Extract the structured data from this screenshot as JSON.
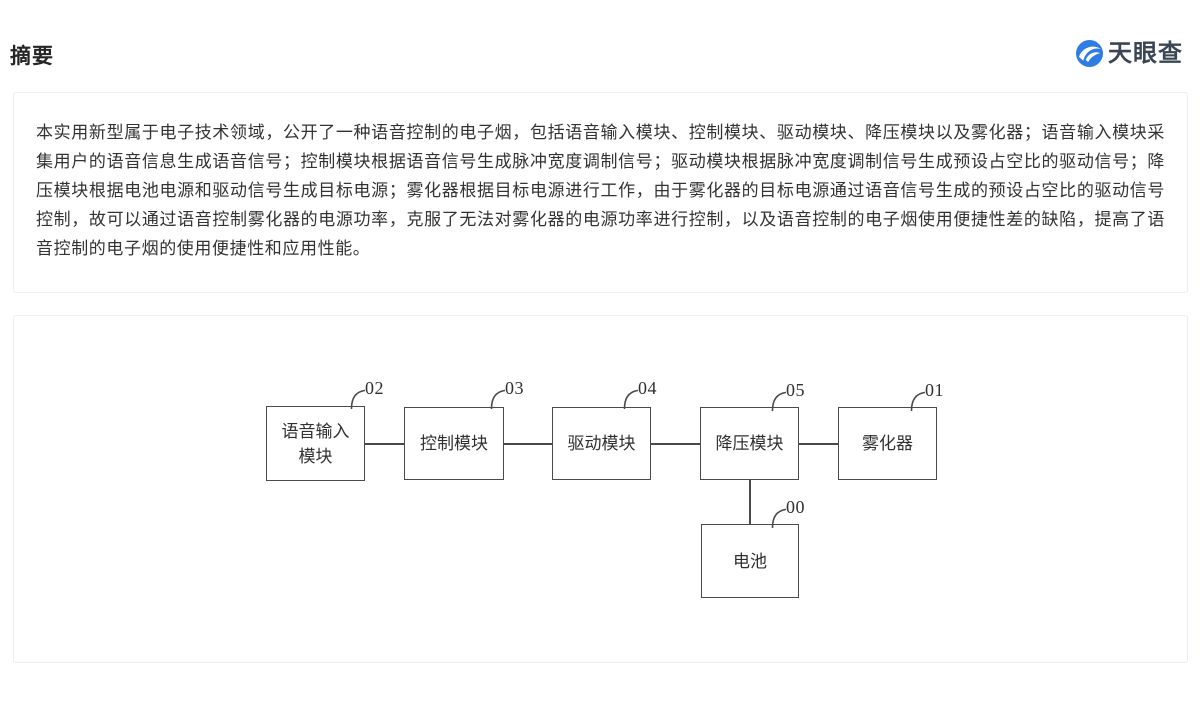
{
  "page": {
    "title": "摘要"
  },
  "logo": {
    "text": "天眼查",
    "icon": "tianyancha-eye-icon",
    "accent_color": "#2e7de3",
    "text_color": "#3a4654"
  },
  "abstract": {
    "text": "本实用新型属于电子技术领域，公开了一种语音控制的电子烟，包括语音输入模块、控制模块、驱动模块、降压模块以及雾化器；语音输入模块采集用户的语音信息生成语音信号；控制模块根据语音信号生成脉冲宽度调制信号；驱动模块根据脉冲宽度调制信号生成预设占空比的驱动信号；降压模块根据电池电源和驱动信号生成目标电源；雾化器根据目标电源进行工作，由于雾化器的目标电源通过语音信号生成的预设占空比的驱动信号控制，故可以通过语音控制雾化器的电源功率，克服了无法对雾化器的电源功率进行控制，以及语音控制的电子烟使用便捷性差的缺陷，提高了语音控制的电子烟的使用便捷性和应用性能。"
  },
  "diagram": {
    "type": "block-diagram",
    "blocks": [
      {
        "label": "语音输入模块",
        "ref": "02"
      },
      {
        "label": "控制模块",
        "ref": "03"
      },
      {
        "label": "驱动模块",
        "ref": "04"
      },
      {
        "label": "降压模块",
        "ref": "05"
      },
      {
        "label": "雾化器",
        "ref": "01"
      },
      {
        "label": "电池",
        "ref": "00"
      }
    ],
    "connections": [
      "语音输入模块—控制模块",
      "控制模块—驱动模块",
      "驱动模块—降压模块",
      "降压模块—雾化器",
      "降压模块—电池"
    ],
    "line_color": "#4a4a4a"
  },
  "colors": {
    "card_border": "#e8eef5",
    "body_text": "#333333",
    "title_text": "#262626"
  }
}
